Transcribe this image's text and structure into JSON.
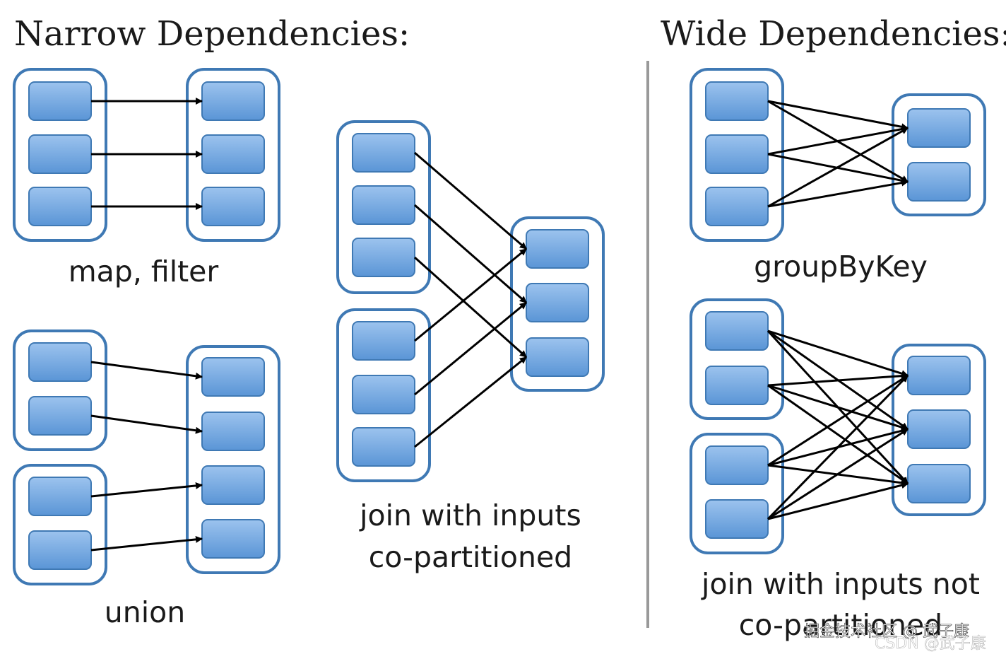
{
  "headings": {
    "narrow": "Narrow Dependencies:",
    "wide": "Wide Dependencies:"
  },
  "labels": {
    "map_filter": "map, filter",
    "union": "union",
    "join_copart_line1": "join with inputs",
    "join_copart_line2": "co-partitioned",
    "groupbykey": "groupByKey",
    "join_not_copart_line1": "join with inputs not",
    "join_not_copart_line2": "co-partitioned"
  },
  "watermark": {
    "line1": "掘金技术社区 @ 武子康",
    "line2": "CSDN @武子康"
  },
  "colors": {
    "partition_fill_top": "#9cc3ee",
    "partition_fill_bottom": "#5a95d6",
    "outline": "#3f79b4",
    "arrow": "#000000",
    "divider": "#999999"
  }
}
